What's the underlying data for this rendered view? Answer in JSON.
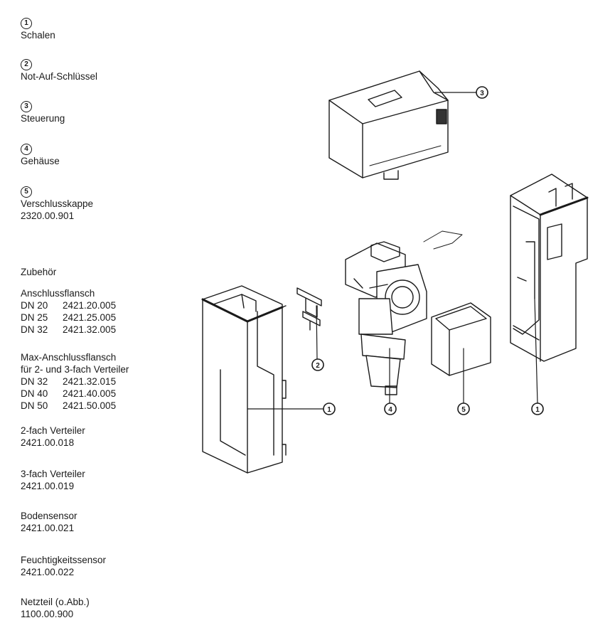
{
  "legend": [
    {
      "num": "1",
      "label": "Schalen",
      "code": ""
    },
    {
      "num": "2",
      "label": "Not-Auf-Schlüssel",
      "code": ""
    },
    {
      "num": "3",
      "label": "Steuerung",
      "code": ""
    },
    {
      "num": "4",
      "label": "Gehäuse",
      "code": ""
    },
    {
      "num": "5",
      "label": "Verschlusskappe",
      "code": "2320.00.901"
    }
  ],
  "accessories": {
    "heading": "Zubehör",
    "flange": {
      "title": "Anschlussflansch",
      "rows": [
        [
          "DN 20",
          "2421.20.005"
        ],
        [
          "DN 25",
          "2421.25.005"
        ],
        [
          "DN 32",
          "2421.32.005"
        ]
      ]
    },
    "max_flange": {
      "title": "Max-Anschlussflansch",
      "subtitle": "für 2- und 3-fach Verteiler",
      "rows": [
        [
          "DN 32",
          "2421.32.015"
        ],
        [
          "DN 40",
          "2421.40.005"
        ],
        [
          "DN 50",
          "2421.50.005"
        ]
      ]
    },
    "items": [
      {
        "label": "2-fach Verteiler",
        "code": "2421.00.018"
      },
      {
        "label": "3-fach Verteiler",
        "code": "2421.00.019"
      },
      {
        "label": "Bodensensor",
        "code": "2421.00.021"
      },
      {
        "label": "Feuchtigkeitssensor",
        "code": "2421.00.022"
      },
      {
        "label": "Netzteil (o.Abb.)",
        "code": "1100.00.900"
      }
    ]
  },
  "callouts": {
    "c3": "3",
    "c2": "2",
    "c1_left": "1",
    "c4": "4",
    "c5": "5",
    "c1_right": "1"
  }
}
